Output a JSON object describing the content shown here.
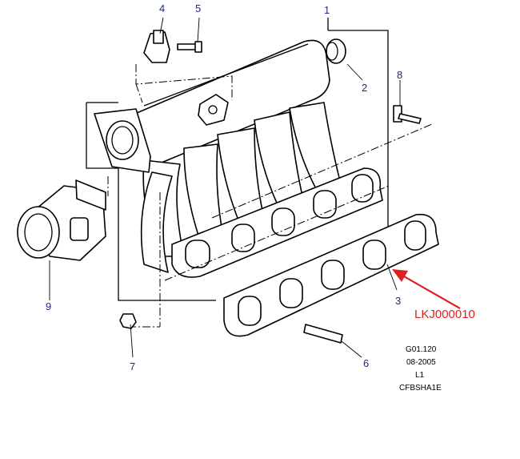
{
  "callouts": {
    "c1": "1",
    "c2": "2",
    "c3": "3",
    "c4": "4",
    "c5": "5",
    "c6": "6",
    "c7": "7",
    "c8": "8",
    "c9": "9"
  },
  "annotation": {
    "text": "LKJ000010",
    "color": "#e02020"
  },
  "info": {
    "line1": "G01.120",
    "line2": "08-2005",
    "line3": "L1",
    "line4": "CFBSHA1E"
  },
  "colors": {
    "callout": "#1f2a80",
    "annotation": "#e02020"
  }
}
